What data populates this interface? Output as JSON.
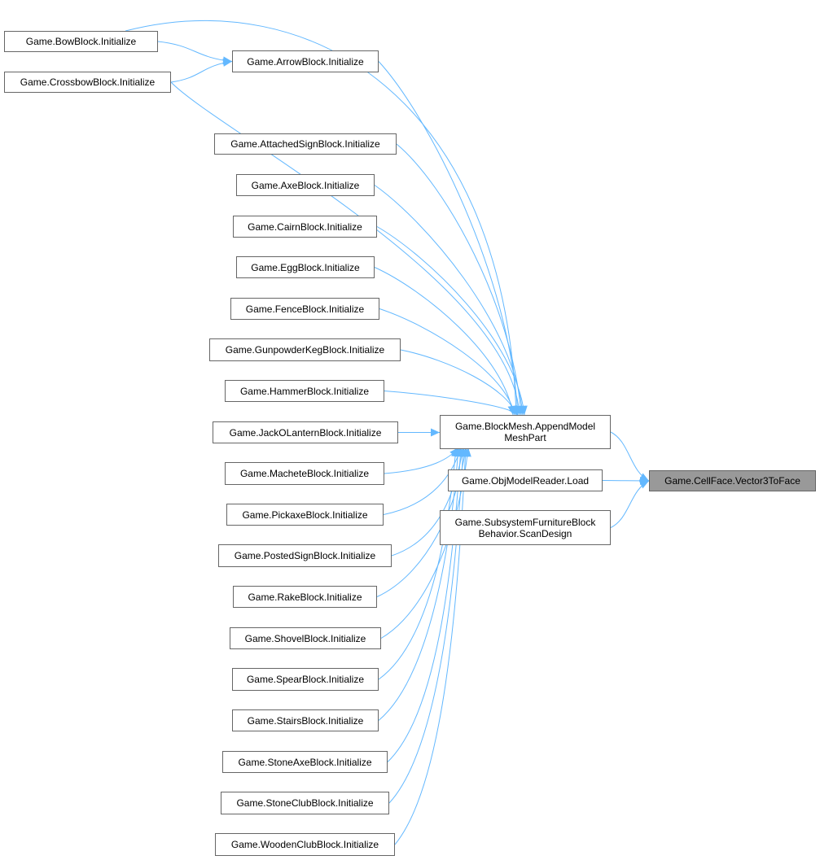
{
  "graph": {
    "title": "Call graph for Game.CellFace.Vector3ToFace",
    "edge_color": "#63b8ff",
    "focus_color": "#999999",
    "nodes": [
      {
        "id": "bow",
        "label": "Game.BowBlock.Initialize"
      },
      {
        "id": "arrow",
        "label": "Game.ArrowBlock.Initialize"
      },
      {
        "id": "crossbow",
        "label": "Game.CrossbowBlock.Initialize"
      },
      {
        "id": "attachedsign",
        "label": "Game.AttachedSignBlock.Initialize"
      },
      {
        "id": "axe",
        "label": "Game.AxeBlock.Initialize"
      },
      {
        "id": "cairn",
        "label": "Game.CairnBlock.Initialize"
      },
      {
        "id": "egg",
        "label": "Game.EggBlock.Initialize"
      },
      {
        "id": "fence",
        "label": "Game.FenceBlock.Initialize"
      },
      {
        "id": "gunpowder",
        "label": "Game.GunpowderKegBlock.Initialize"
      },
      {
        "id": "hammer",
        "label": "Game.HammerBlock.Initialize"
      },
      {
        "id": "jackolantern",
        "label": "Game.JackOLanternBlock.Initialize"
      },
      {
        "id": "machete",
        "label": "Game.MacheteBlock.Initialize"
      },
      {
        "id": "pickaxe",
        "label": "Game.PickaxeBlock.Initialize"
      },
      {
        "id": "postedsign",
        "label": "Game.PostedSignBlock.Initialize"
      },
      {
        "id": "rake",
        "label": "Game.RakeBlock.Initialize"
      },
      {
        "id": "shovel",
        "label": "Game.ShovelBlock.Initialize"
      },
      {
        "id": "spear",
        "label": "Game.SpearBlock.Initialize"
      },
      {
        "id": "stairs",
        "label": "Game.StairsBlock.Initialize"
      },
      {
        "id": "stoneaxe",
        "label": "Game.StoneAxeBlock.Initialize"
      },
      {
        "id": "stoneclub",
        "label": "Game.StoneClubBlock.Initialize"
      },
      {
        "id": "woodenclub",
        "label": "Game.WoodenClubBlock.Initialize"
      },
      {
        "id": "appendmodel",
        "label": "Game.BlockMesh.AppendModel\nMeshPart"
      },
      {
        "id": "objload",
        "label": "Game.ObjModelReader.Load"
      },
      {
        "id": "scandesign",
        "label": "Game.SubsystemFurnitureBlock\nBehavior.ScanDesign"
      },
      {
        "id": "vector3toface",
        "label": "Game.CellFace.Vector3ToFace",
        "focus": true
      }
    ],
    "edges": [
      [
        "bow",
        "arrow"
      ],
      [
        "crossbow",
        "arrow"
      ],
      [
        "bow",
        "appendmodel"
      ],
      [
        "arrow",
        "appendmodel"
      ],
      [
        "crossbow",
        "appendmodel"
      ],
      [
        "attachedsign",
        "appendmodel"
      ],
      [
        "axe",
        "appendmodel"
      ],
      [
        "cairn",
        "appendmodel"
      ],
      [
        "egg",
        "appendmodel"
      ],
      [
        "fence",
        "appendmodel"
      ],
      [
        "gunpowder",
        "appendmodel"
      ],
      [
        "hammer",
        "appendmodel"
      ],
      [
        "jackolantern",
        "appendmodel"
      ],
      [
        "machete",
        "appendmodel"
      ],
      [
        "pickaxe",
        "appendmodel"
      ],
      [
        "postedsign",
        "appendmodel"
      ],
      [
        "rake",
        "appendmodel"
      ],
      [
        "shovel",
        "appendmodel"
      ],
      [
        "spear",
        "appendmodel"
      ],
      [
        "stairs",
        "appendmodel"
      ],
      [
        "stoneaxe",
        "appendmodel"
      ],
      [
        "stoneclub",
        "appendmodel"
      ],
      [
        "woodenclub",
        "appendmodel"
      ],
      [
        "appendmodel",
        "vector3toface"
      ],
      [
        "objload",
        "vector3toface"
      ],
      [
        "scandesign",
        "vector3toface"
      ]
    ]
  }
}
